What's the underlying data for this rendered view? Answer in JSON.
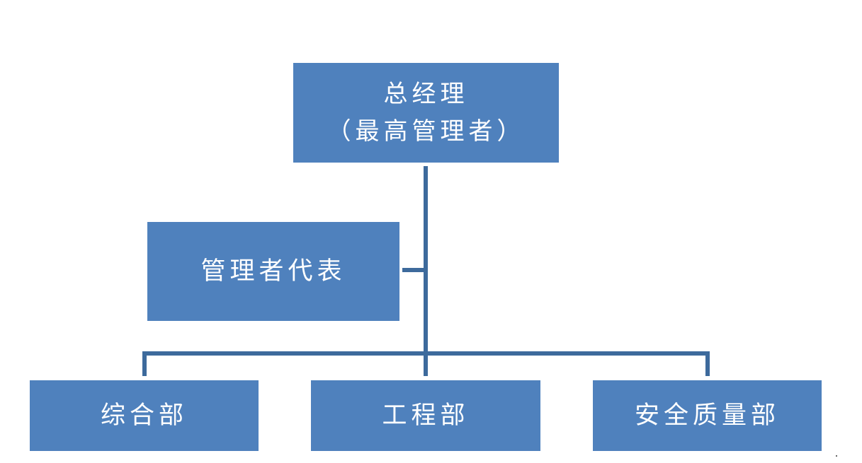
{
  "diagram": {
    "type": "org-chart",
    "colors": {
      "box_fill": "#4f81bd",
      "box_text": "#ffffff",
      "connector": "#3d6a9c",
      "background": "#ffffff"
    },
    "root": {
      "line1": "总经理",
      "line2": "（最高管理者）"
    },
    "representative": {
      "label": "管理者代表"
    },
    "departments": [
      {
        "label": "综合部"
      },
      {
        "label": "工程部"
      },
      {
        "label": "安全质量部"
      }
    ]
  }
}
